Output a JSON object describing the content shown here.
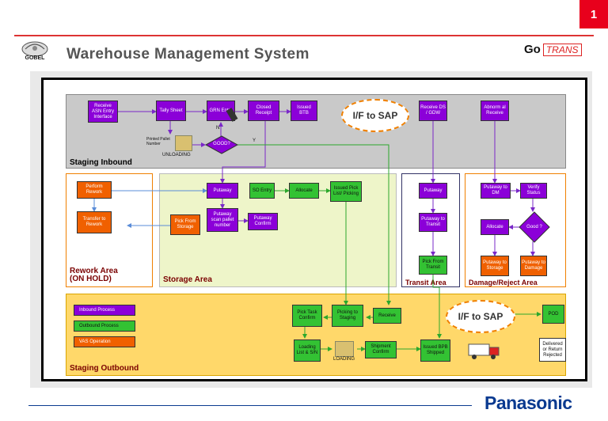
{
  "slide_number": "1",
  "header": {
    "title": "Warehouse Management System",
    "gobel_logo_text": "GOBEL",
    "gotrans_go": "Go",
    "gotrans_trans": "TRANS"
  },
  "zones": {
    "staging_inbound": "Staging Inbound",
    "rework_area": "Rework Area\n(ON HOLD)",
    "storage_area": "Storage Area",
    "transit_area": "Transit Area",
    "damage_reject_area": "Damage/Reject Area",
    "staging_outbound": "Staging Outbound"
  },
  "boxes": {
    "receive_asn": "Receive ASN Entry Interface",
    "tally_sheet": "Tally Sheet",
    "grn_entry": "GRN Entry",
    "closed_receipt": "Closed Receipt",
    "issued_btb": "Issued BTB",
    "receive_ds_gdw": "Receive DS / GDW",
    "abnormal_receive": "Abnorm al Receive",
    "unloading": "UNLOADING",
    "printed_pallet": "Printed Pallet Number",
    "good": "GOOD?",
    "n_label": "N",
    "y_label": "Y",
    "perform_rework": "Perform Rework",
    "transfer_rework": "Transfer to Rework",
    "pick_from_storage": "Pick From Storage",
    "putaway_storage": "Putaway",
    "putaway_scan": "Putaway scan pallet number",
    "putaway_confirm": "Putaway Confirm",
    "so_entry": "SO Entry",
    "allocate_storage": "Allocate",
    "issued_pick_list": "Issued Pick List/ Picking",
    "putaway_transit": "Putaway",
    "putaway_to_transit": "Putaway to Transit",
    "pick_from_transit": "Pick From Transit",
    "putaway_to_dm": "Putaway to DM",
    "verify_status": "Verify Status",
    "allocate_dm": "Allocate",
    "good_dm": "Good ?",
    "putaway_to_storage": "Putaway to Storage",
    "putaway_to_damage": "Putaway to Damage",
    "pick_task_confirm": "Pick Task Confirm",
    "picking_to_staging": "Picking to Staging",
    "receive_outbound": "Receive",
    "loading_list": "Loading List & S/N",
    "loading": "LOADING",
    "shipment_confirm": "Shipment Confirm",
    "issued_bpb": "Issued BPB Shipped",
    "pod": "POD",
    "delivered": "Delivered or Return Rejected"
  },
  "sap_labels": {
    "inbound": "I/F to SAP",
    "outbound": "I/F to SAP"
  },
  "legend": {
    "inbound": "Inbound Process",
    "outbound": "Outbound Process",
    "vas": "VAS Operation"
  },
  "colors": {
    "inbound": "#8b00d8",
    "outbound": "#33c233",
    "vas": "#f06000",
    "staging_outbound_bg": "#ffd86a",
    "storage_bg": "#eef5c9"
  },
  "footer": {
    "brand": "Panasonic"
  }
}
